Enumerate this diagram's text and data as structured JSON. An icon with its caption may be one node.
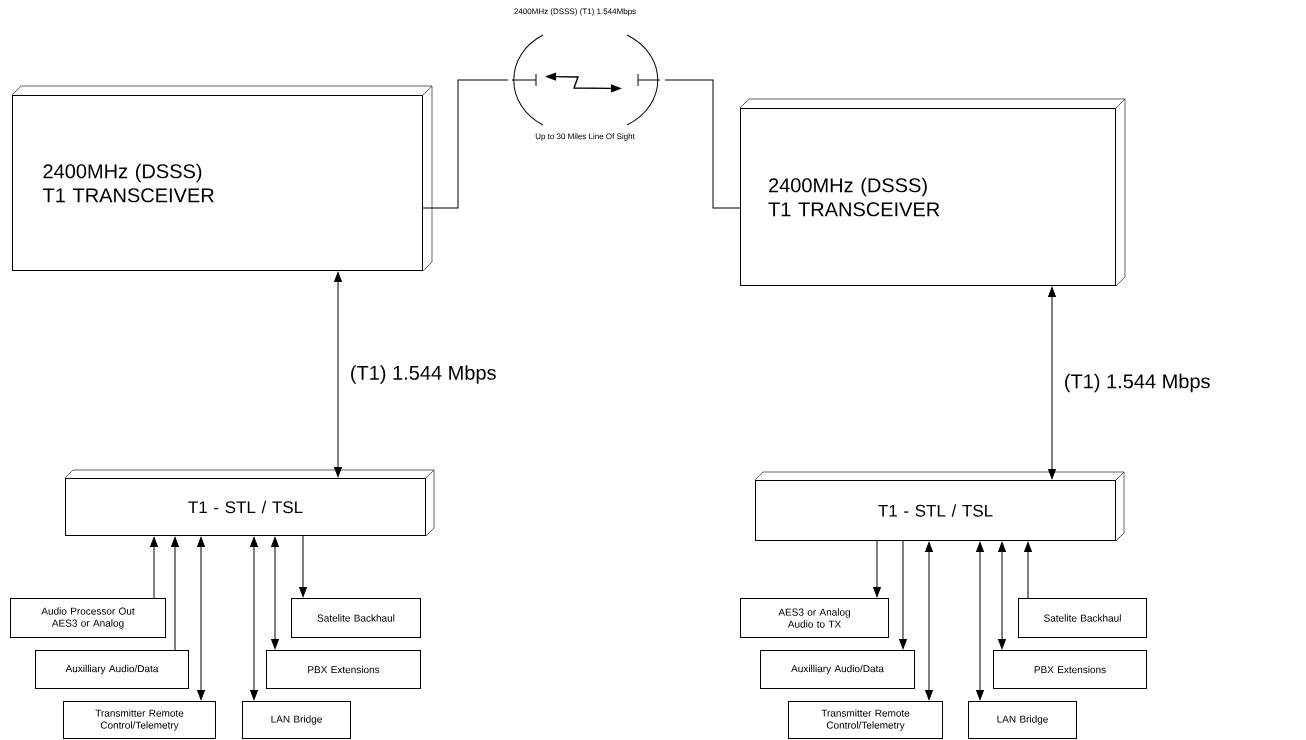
{
  "diagram": {
    "nodes": [
      {
        "text": [
          "2400MHz (DSSS) T1 TRANSCEIVER"
        ]
      },
      {
        "text": [
          "2400MHz (DSSS) T1 TRANSCEIVER"
        ]
      },
      {
        "text": [],
        "shape": "antenna"
      },
      {
        "text": [],
        "shape": "antenna"
      },
      {
        "text": [
          "T1 - STL / TSL"
        ]
      },
      {
        "text": [
          "T1 - STL / TSL"
        ]
      },
      {
        "text": [
          "Audio Processor Out AES3 or Analog"
        ]
      },
      {
        "text": [
          "Auxilliary Audio/Data"
        ]
      },
      {
        "text": [
          "Transmitter Remote Control/Telemetry"
        ]
      },
      {
        "text": [
          "LAN Bridge"
        ]
      },
      {
        "text": [
          "PBX Extensions"
        ]
      },
      {
        "text": [
          "Satelite Backhaul"
        ]
      },
      {
        "text": [
          "AES3 or Analog Audio to TX"
        ]
      },
      {
        "text": [
          "Auxilliary Audio/Data"
        ]
      },
      {
        "text": [
          "Transmitter Remote Control/Telemetry"
        ]
      },
      {
        "text": [
          "LAN Bridge"
        ]
      },
      {
        "text": [
          "PBX Extensions"
        ]
      },
      {
        "text": [
          "Satelite Backhaul"
        ]
      }
    ],
    "edges": [
      {
        "from": 0,
        "to": 2,
        "arrow": "none"
      },
      {
        "from": 1,
        "to": 3,
        "arrow": "none"
      },
      {
        "from": 2,
        "to": 3,
        "arrow": "both"
      },
      {
        "from": 0,
        "to": 4,
        "arrow": "both",
        "label": "(T1) 1.544 Mbps"
      },
      {
        "from": 1,
        "to": 5,
        "arrow": "both",
        "label": "(T1) 1.544 Mbps"
      },
      {
        "from": 6,
        "to": 4,
        "arrow": "to"
      },
      {
        "from": 7,
        "to": 4,
        "arrow": "to"
      },
      {
        "from": 4,
        "to": 8,
        "arrow": "both"
      },
      {
        "from": 4,
        "to": 9,
        "arrow": "both"
      },
      {
        "from": 4,
        "to": 10,
        "arrow": "both"
      },
      {
        "from": 4,
        "to": 11,
        "arrow": "to"
      },
      {
        "from": 5,
        "to": 12,
        "arrow": "to"
      },
      {
        "from": 5,
        "to": 13,
        "arrow": "to"
      },
      {
        "from": 5,
        "to": 14,
        "arrow": "both"
      },
      {
        "from": 5,
        "to": 15,
        "arrow": "both"
      },
      {
        "from": 5,
        "to": 16,
        "arrow": "both"
      },
      {
        "from": 17,
        "to": 5,
        "arrow": "to"
      }
    ],
    "labels": [
      "2400MHz (DSSS) (T1) 1.544Mbps",
      "Up to 30 Miles Line Of Sight"
    ]
  }
}
